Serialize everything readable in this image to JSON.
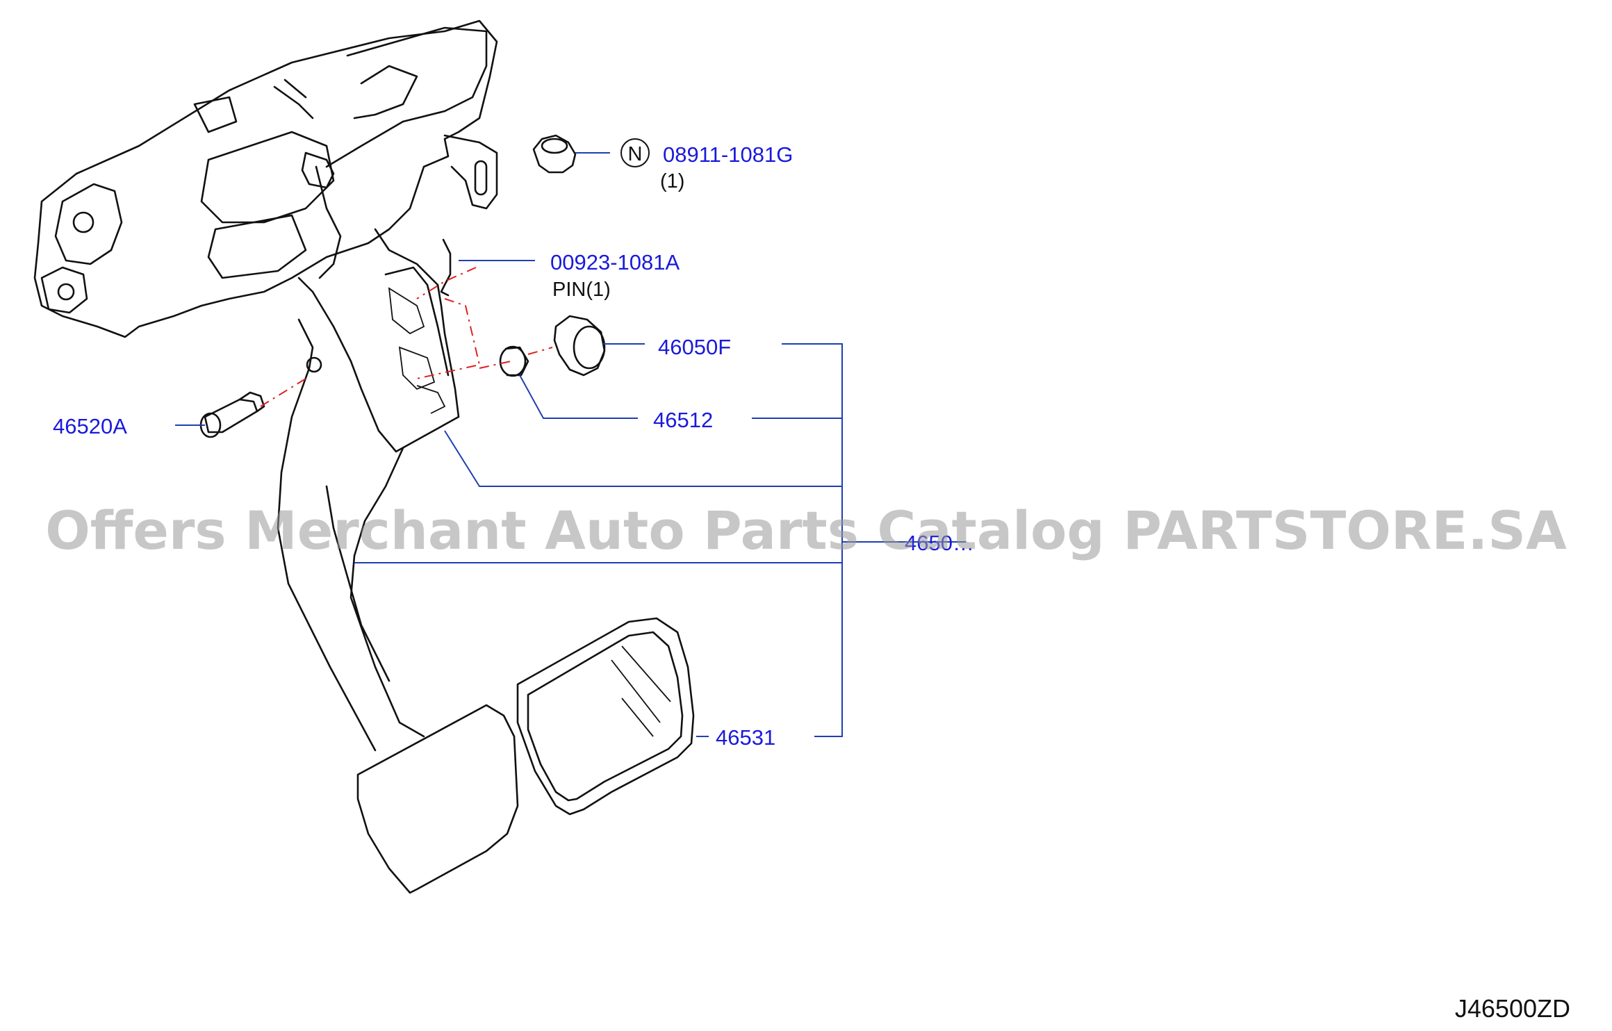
{
  "parts": {
    "nut": {
      "number": "08911-1081G",
      "qty": "(1)",
      "symbol": "N"
    },
    "pin": {
      "number": "00923-1081A",
      "qty": "PIN(1)"
    },
    "bushing_f": {
      "number": "46050F"
    },
    "bushing": {
      "number": "46512"
    },
    "bolt": {
      "number": "46520A"
    },
    "pedal_assy": {
      "number": "4650…"
    },
    "pad": {
      "number": "46531"
    }
  },
  "reference_code": "J46500ZD",
  "watermark": "Offers Merchant Auto Parts Catalog PARTSTORE.SA",
  "colors": {
    "label": "#1a1adb",
    "leader": "#1f3fb0",
    "centerline": "#e02020",
    "drawing": "#111111",
    "watermark": "#9a9a9a"
  }
}
